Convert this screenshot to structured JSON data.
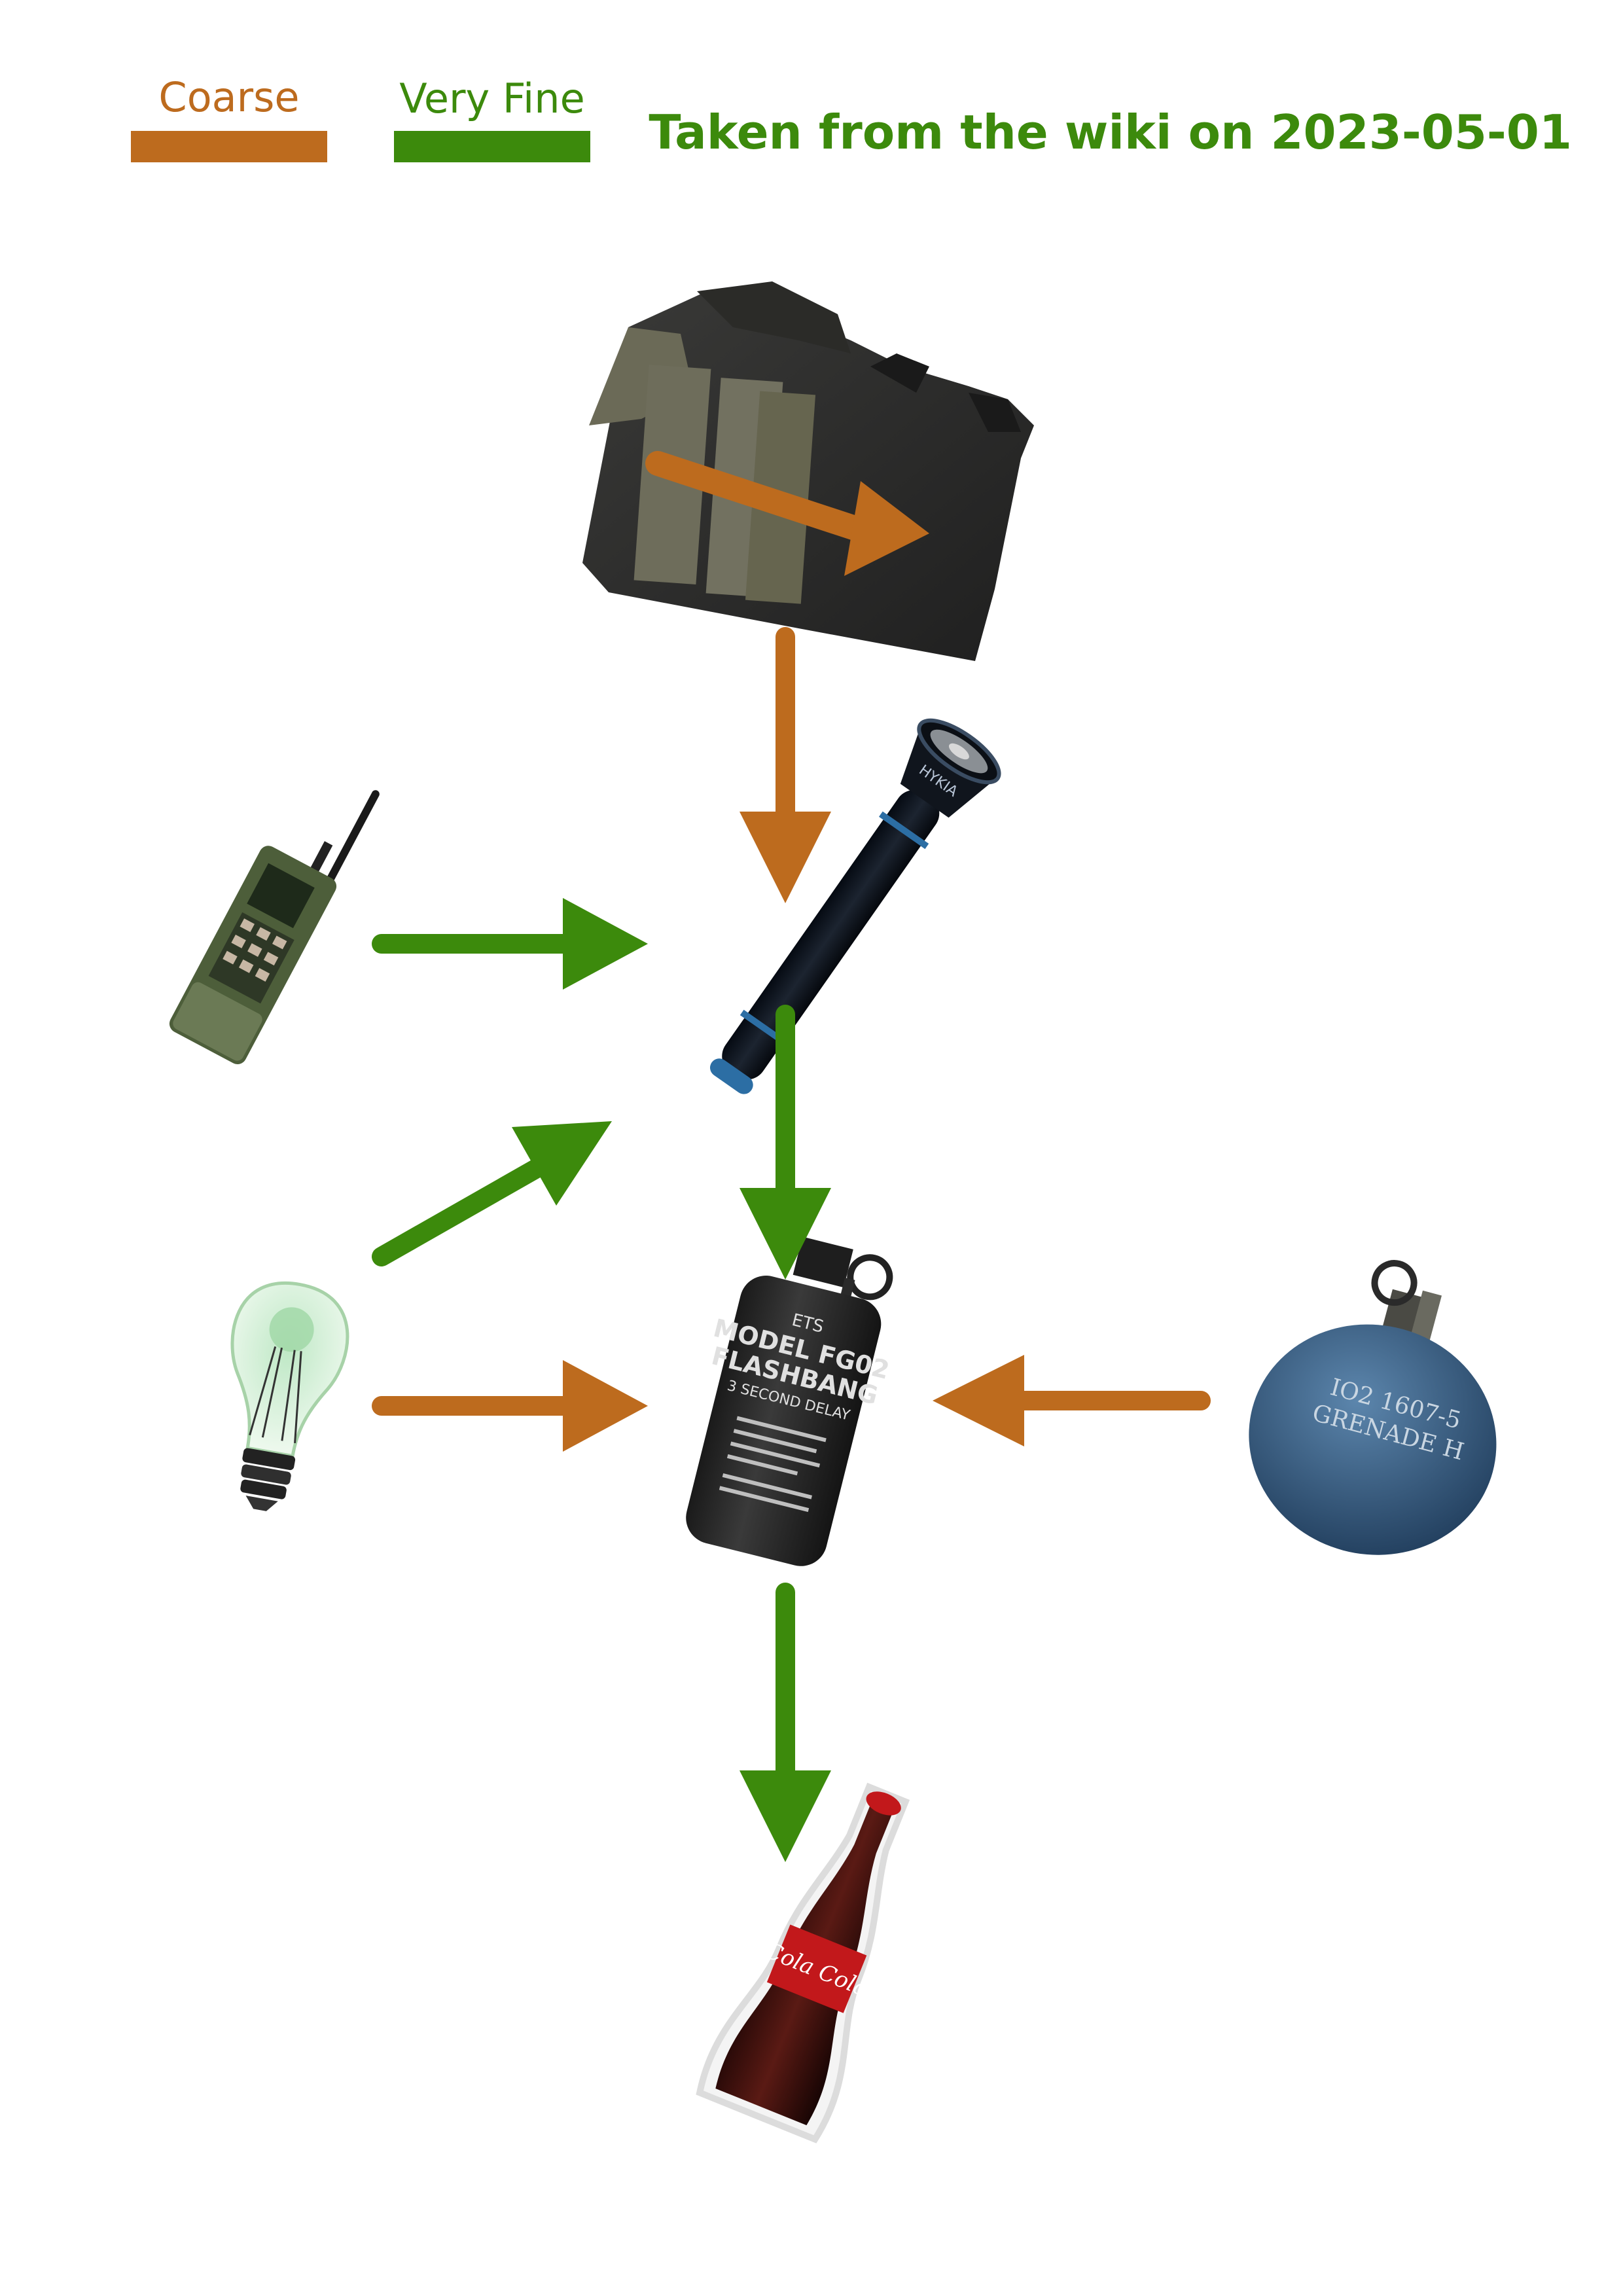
{
  "legend": {
    "coarse": {
      "label": "Coarse",
      "color": "#BD6B1E"
    },
    "very_fine": {
      "label": "Very Fine",
      "color": "#3C8A0C"
    }
  },
  "caption": {
    "text": "Taken from the wiki on 2023-05-01",
    "color": "#3C8A0C"
  },
  "items": [
    {
      "id": "vest",
      "icon": "body-armor-vest-icon"
    },
    {
      "id": "radio",
      "icon": "handheld-radio-icon"
    },
    {
      "id": "flashlight",
      "icon": "flashlight-icon",
      "label": "HYKIA"
    },
    {
      "id": "lightbulb",
      "icon": "light-bulb-icon"
    },
    {
      "id": "flashbang",
      "icon": "flashbang-grenade-icon",
      "label_lines": [
        "ETS",
        "MODEL FG02",
        "FLASHBANG",
        "3 SECOND DELAY"
      ]
    },
    {
      "id": "grenade",
      "icon": "blue-grenade-icon",
      "label_lines": [
        "IO2 1607-5",
        "GRENADE H"
      ]
    },
    {
      "id": "cola",
      "icon": "cola-bottle-icon",
      "label": "Cola Cola"
    }
  ],
  "arrows": [
    {
      "from": "vest",
      "to": "vest",
      "mode": "coarse"
    },
    {
      "from": "vest",
      "to": "flashlight",
      "mode": "coarse"
    },
    {
      "from": "radio",
      "to": "flashlight",
      "mode": "very_fine"
    },
    {
      "from": "lightbulb",
      "to": "flashlight",
      "mode": "very_fine"
    },
    {
      "from": "flashlight",
      "to": "flashbang",
      "mode": "very_fine"
    },
    {
      "from": "lightbulb",
      "to": "flashbang",
      "mode": "coarse"
    },
    {
      "from": "grenade",
      "to": "flashbang",
      "mode": "coarse"
    },
    {
      "from": "flashbang",
      "to": "cola",
      "mode": "very_fine"
    }
  ]
}
